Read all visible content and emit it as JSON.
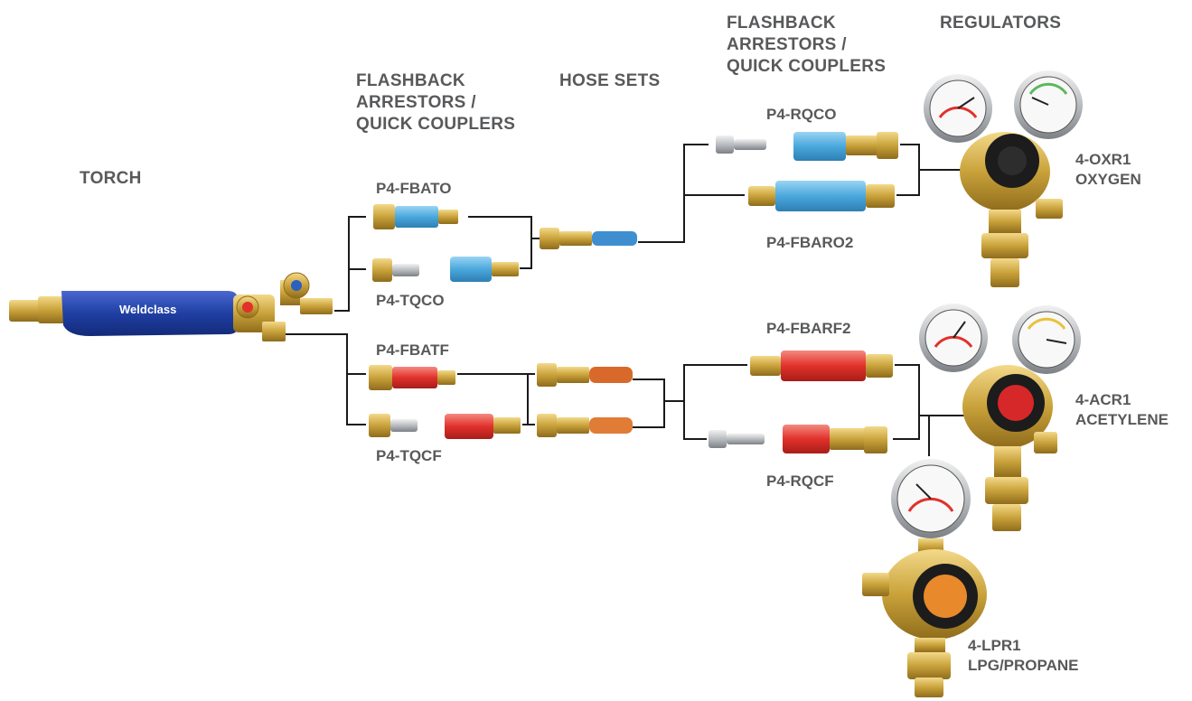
{
  "headings": {
    "torch": "TORCH",
    "fb_left": "FLASHBACK\nARRESTORS /\nQUICK COUPLERS",
    "hose_sets": "HOSE SETS",
    "fb_right": "FLASHBACK\nARRESTORS /\nQUICK COUPLERS",
    "regulators": "REGULATORS"
  },
  "parts": {
    "fbato": "P4-FBATO",
    "tqco": "P4-TQCO",
    "fbatf": "P4-FBATF",
    "tqcf": "P4-TQCF",
    "rqco": "P4-RQCO",
    "fbaro2": "P4-FBARO2",
    "fbarf2": "P4-FBARF2",
    "rqcf": "P4-RQCF"
  },
  "regulators": {
    "oxygen": "4-OXR1\nOXYGEN",
    "acetylene": "4-ACR1\nACETYLENE",
    "lpg": "4-LPR1\nLPG/PROPANE"
  },
  "torch_brand": "Weldclass",
  "colors": {
    "text": "#58595b",
    "brass": "#c9a23a",
    "oxygen_blue": "#4aa8dc",
    "fuel_red": "#e1312b",
    "torch_blue": "#1f3fa3",
    "hose_blue": "#3f8fd0",
    "hose_orange": "#d9692b",
    "lpg_orange": "#e8892b"
  }
}
